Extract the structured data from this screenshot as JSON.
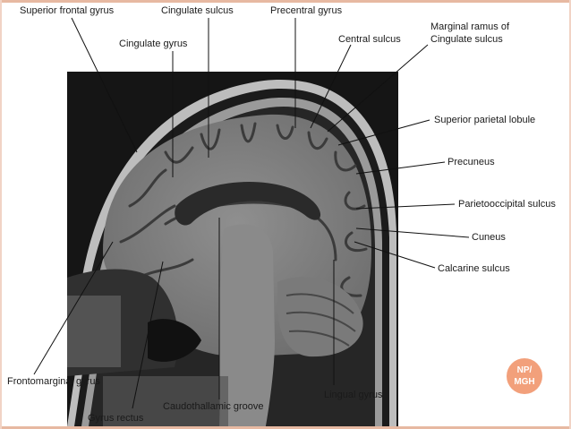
{
  "labels": {
    "superior_frontal_gyrus": "Superior frontal gyrus",
    "cingulate_sulcus": "Cingulate sulcus",
    "precentral_gyrus": "Precentral gyrus",
    "cingulate_gyrus": "Cingulate gyrus",
    "central_sulcus": "Central sulcus",
    "marginal_ramus_line1": "Marginal ramus of",
    "marginal_ramus_line2": "Cingulate sulcus",
    "superior_parietal_lobule": "Superior parietal lobule",
    "precuneus": "Precuneus",
    "parietooccipital_sulcus": "Parietooccipital sulcus",
    "cuneus": "Cuneus",
    "calcarine_sulcus": "Calcarine sulcus",
    "frontomarginal_gyrus": "Frontomarginal gyrus",
    "lingual_gyrus": "Lingual gyrus",
    "caudothallamic_groove": "Caudothallamic groove",
    "gyrus_rectus": "Gyrus rectus"
  },
  "badge": {
    "line1": "NP/",
    "line2": "MGH"
  },
  "colors": {
    "accent": "#f2a07b",
    "frame": "#e7b9a2",
    "leader": "#111111"
  }
}
